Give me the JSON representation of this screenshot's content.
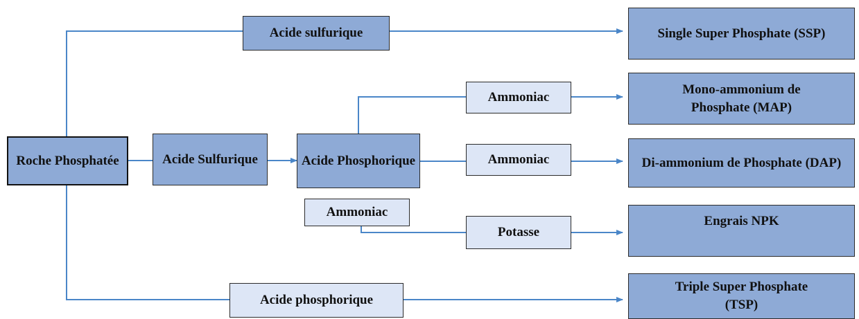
{
  "diagram": {
    "nodes": {
      "roche": "Roche Phosphatée",
      "acide_sulfurique_mid": "Acide Sulfurique",
      "acide_phosphorique_mid": "Acide Phosphorique",
      "acide_sulfurique_top": "Acide sulfurique",
      "ammoniac_1": "Ammoniac",
      "ammoniac_2": "Ammoniac",
      "ammoniac_3": "Ammoniac",
      "potasse": "Potasse",
      "acide_phosphorique_bottom": "Acide phosphorique",
      "ssp": "Single Super Phosphate (SSP)",
      "map": "Mono-ammonium de Phosphate (MAP)",
      "dap": "Di-ammonium de Phosphate (DAP)",
      "npk": "Engrais NPK",
      "tsp": "Triple Super Phosphate (TSP)"
    },
    "colors": {
      "dark_fill": "#8eaad6",
      "light_fill": "#dde6f6",
      "connector": "#4a86c8",
      "border": "#2a2a2a"
    }
  }
}
